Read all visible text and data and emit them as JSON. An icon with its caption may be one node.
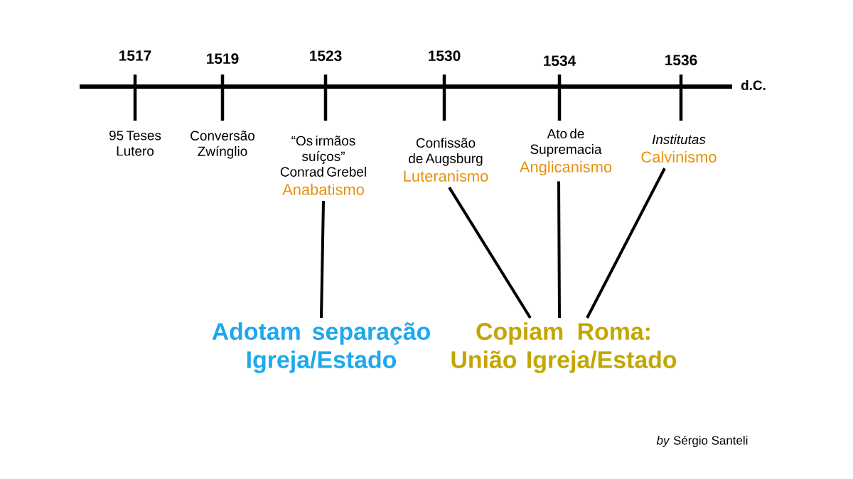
{
  "diagram": {
    "nodes": [
      {
        "text": [
          "1517"
        ]
      },
      {
        "text": [
          "1519"
        ]
      },
      {
        "text": [
          "1523"
        ]
      },
      {
        "text": [
          "1530"
        ]
      },
      {
        "text": [
          "1534"
        ]
      },
      {
        "text": [
          "1536"
        ]
      },
      {
        "text": [
          "95 Teses Lutero"
        ]
      },
      {
        "text": [
          "Conversão Zwínglio"
        ]
      },
      {
        "text": [
          "“Os irmãos suíços” Conrad Grebel",
          "Anabatismo"
        ]
      },
      {
        "text": [
          "Confissão de Augsburg",
          "Luteranismo"
        ]
      },
      {
        "text": [
          "Ato de Supremacia",
          "Anglicanismo"
        ]
      },
      {
        "text": [
          "Institutas",
          "Calvinismo"
        ]
      },
      {
        "text": [
          "Adotam separação Igreja/Estado"
        ]
      },
      {
        "text": [
          "Copiam Roma: União Igreja/Estado"
        ]
      }
    ],
    "edges": [
      {
        "from": 0,
        "to": 6,
        "arrow": "none"
      },
      {
        "from": 1,
        "to": 7,
        "arrow": "none"
      },
      {
        "from": 2,
        "to": 8,
        "arrow": "none"
      },
      {
        "from": 3,
        "to": 9,
        "arrow": "none"
      },
      {
        "from": 4,
        "to": 10,
        "arrow": "none"
      },
      {
        "from": 5,
        "to": 11,
        "arrow": "none"
      },
      {
        "from": 8,
        "to": 12,
        "arrow": "none"
      },
      {
        "from": 9,
        "to": 13,
        "arrow": "none"
      },
      {
        "from": 10,
        "to": 13,
        "arrow": "none"
      },
      {
        "from": 11,
        "to": 13,
        "arrow": "none"
      }
    ],
    "labels": [
      "d.C.",
      "*by* Sérgio Santeli"
    ]
  }
}
